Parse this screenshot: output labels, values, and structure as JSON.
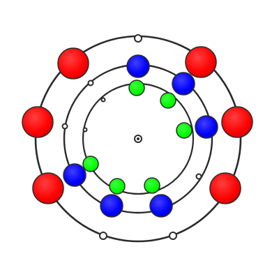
{
  "diagram": {
    "colors": {
      "background": "#ffffff",
      "ring_stroke": "#2a2a2a",
      "outer_shell": "#ff0000",
      "middle_shell": "#0000ff",
      "inner_shell": "#00ff00"
    },
    "shells": [
      {
        "id": "inner",
        "color": "#00ff00",
        "filled_count": 6,
        "empty_count": 2
      },
      {
        "id": "middle",
        "color": "#0000ff",
        "filled_count": 6,
        "empty_count": 3
      },
      {
        "id": "outer",
        "color": "#ff0000",
        "filled_count": 6,
        "empty_count": 3
      }
    ]
  }
}
